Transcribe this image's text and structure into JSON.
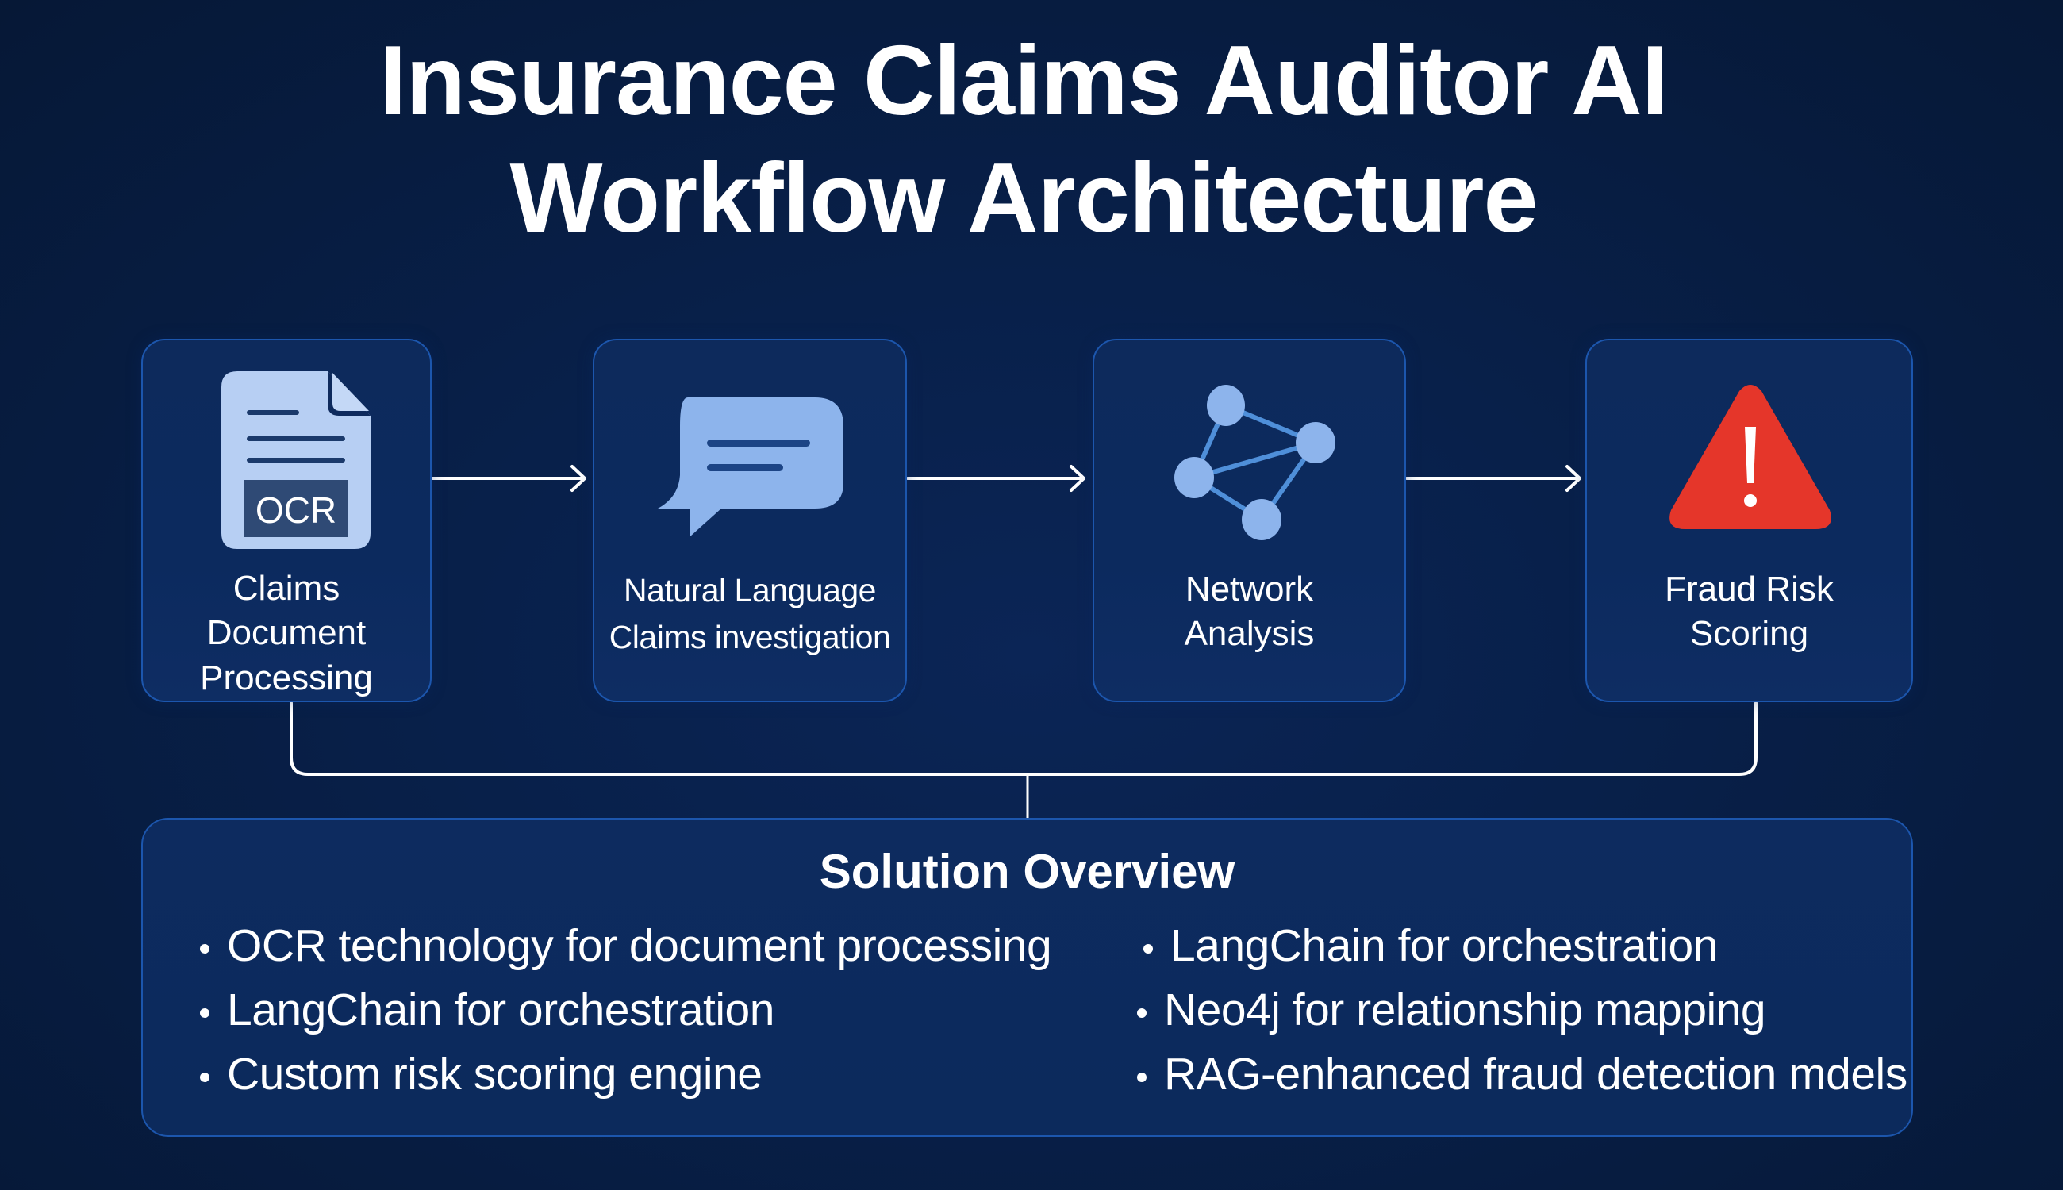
{
  "title": {
    "line1": "Insurance Claims Auditor AI",
    "line2": "Workflow Architecture"
  },
  "stages": [
    {
      "id": "claims-document-processing",
      "icon": "ocr-document-icon",
      "icon_text": "OCR",
      "label_lines": [
        "Claims",
        "Document",
        "Processing"
      ]
    },
    {
      "id": "natural-language-investigation",
      "icon": "chat-bubble-icon",
      "label_lines": [
        "Natural Language",
        "Claims investigation"
      ]
    },
    {
      "id": "network-analysis",
      "icon": "network-graph-icon",
      "label_lines": [
        "Network",
        "Analysis"
      ]
    },
    {
      "id": "fraud-risk-scoring",
      "icon": "warning-triangle-icon",
      "label_lines": [
        "Fraud Risk",
        "Scoring"
      ]
    }
  ],
  "flow": {
    "arrows": [
      "stage-1 to stage-2",
      "stage-2 to stage-3",
      "stage-3 to stage-4"
    ],
    "bracket": "stage-1 and stage-4 connect down to Solution Overview"
  },
  "summary": {
    "title": "Solution Overview",
    "left_bullets": [
      "OCR technology for document processing",
      "LangChain for orchestration",
      "Custom risk scoring engine"
    ],
    "right_bullets": [
      "LangChain for orchestration",
      "Neo4j for relationship mapping",
      "RAG-enhanced fraud detection mdels"
    ]
  },
  "colors": {
    "background": "#08204a",
    "card_fill": "#0d2a5c",
    "card_border": "#1c56ad",
    "icon_light_blue": "#8db4ec",
    "document_paper": "#b7cff3",
    "ocr_label_bg": "#2f4a75",
    "network_edge": "#4f8fd9",
    "warning_red": "#e5362a",
    "connector": "#ffffff"
  }
}
